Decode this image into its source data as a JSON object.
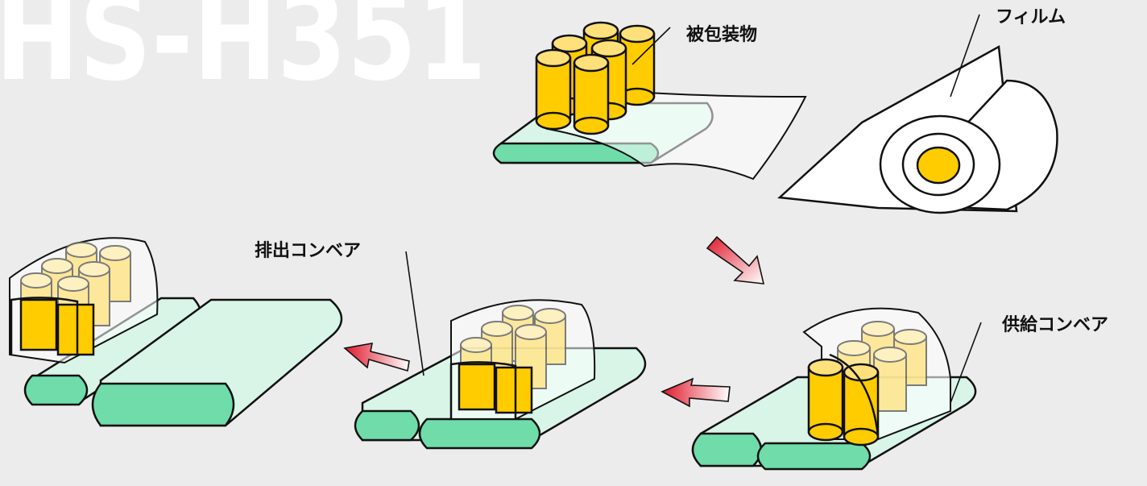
{
  "model_watermark": "HS-H351",
  "labels": {
    "product": "被包装物",
    "film": "フィルム",
    "supply_conveyor": "供給コンベア",
    "discharge_conveyor": "排出コンベア"
  },
  "colors": {
    "background": "#ececec",
    "conveyor_top": "#d8f5e8",
    "conveyor_roller": "#6fdcaa",
    "can_solid": "#ffcc00",
    "can_faded": "#ffe58a",
    "film": "#ffffff",
    "arrow": "#e0182a"
  }
}
